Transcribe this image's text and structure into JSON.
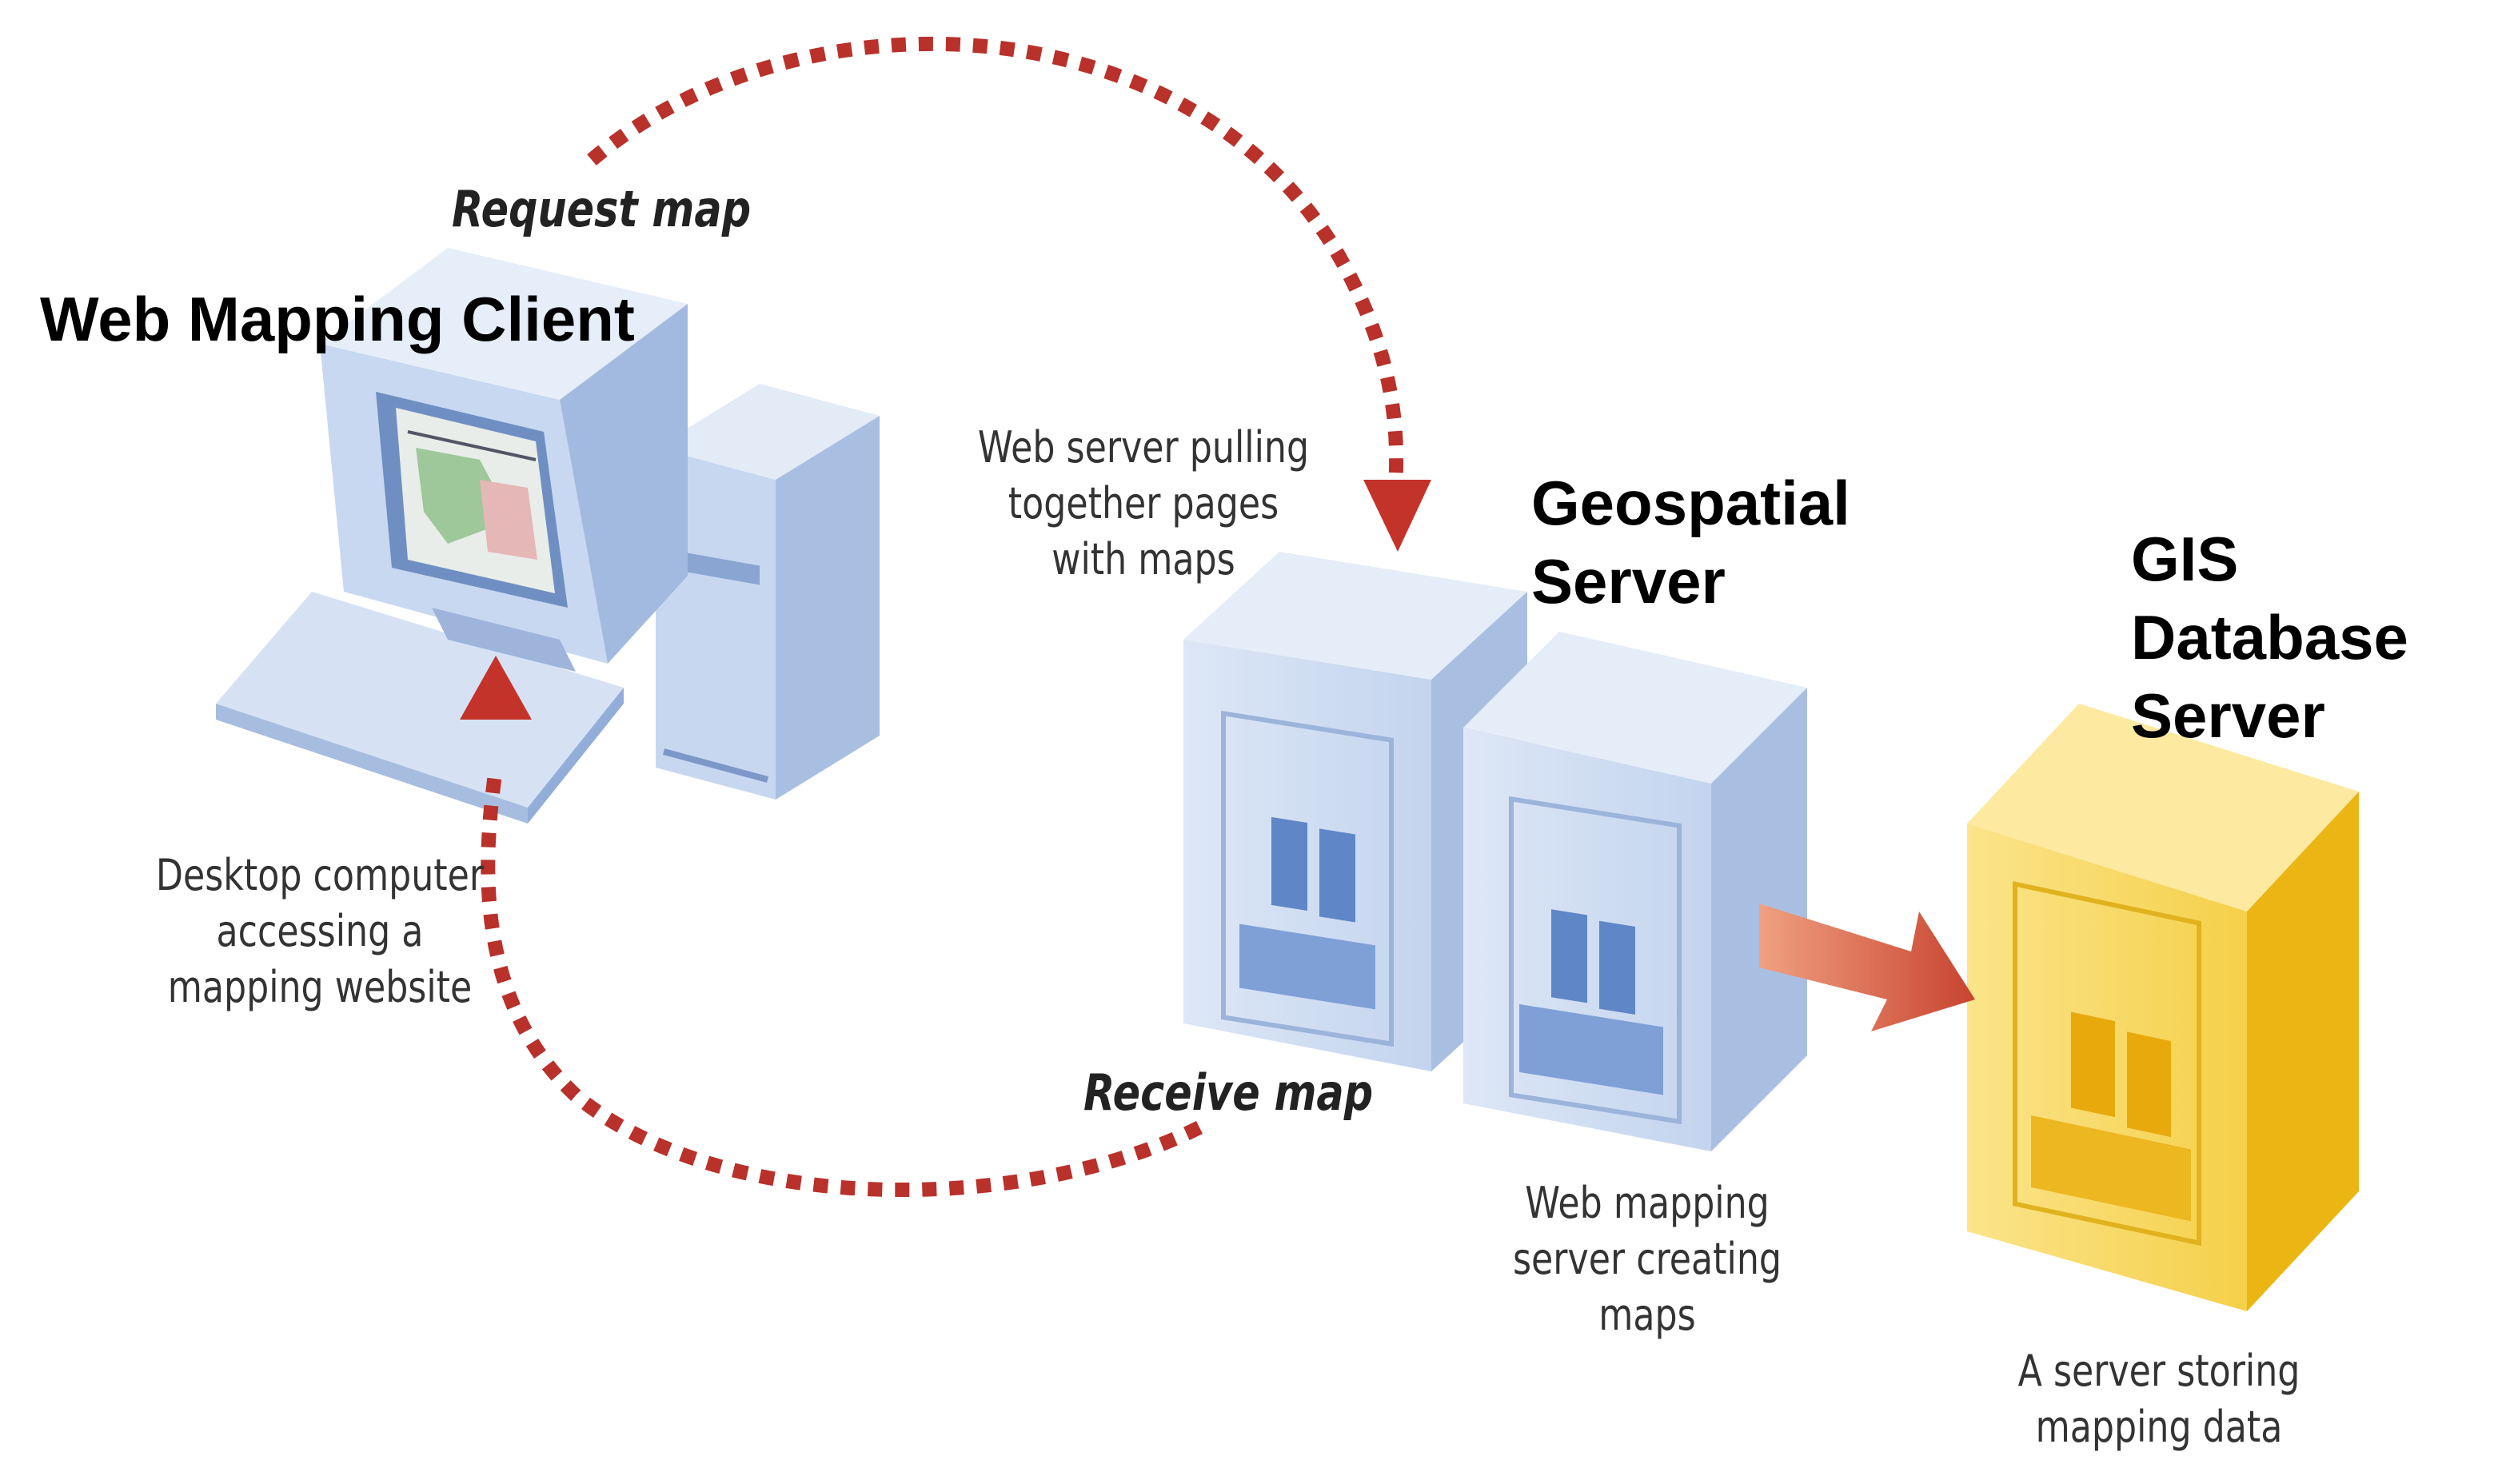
{
  "titles": {
    "client": "Web Mapping Client",
    "geospatial": "Geospatial\nServer",
    "database": "GIS\nDatabase\nServer"
  },
  "captions": {
    "desktop": "Desktop computer\naccessing a\nmapping website",
    "web_server": "Web server pulling\ntogether pages\nwith maps",
    "map_server": "Web mapping\nserver creating\nmaps",
    "storage": "A server storing\nmapping data"
  },
  "flows": {
    "request": "Request map",
    "receive": "Receive map"
  },
  "colors": {
    "server_blue": "#c9d9f0",
    "server_blue_dark": "#9fb6dc",
    "server_yellow": "#f7d44a",
    "server_yellow_dark": "#e8b20e",
    "arrow_red": "#b8312a",
    "arrow_orange": "#e07050"
  }
}
